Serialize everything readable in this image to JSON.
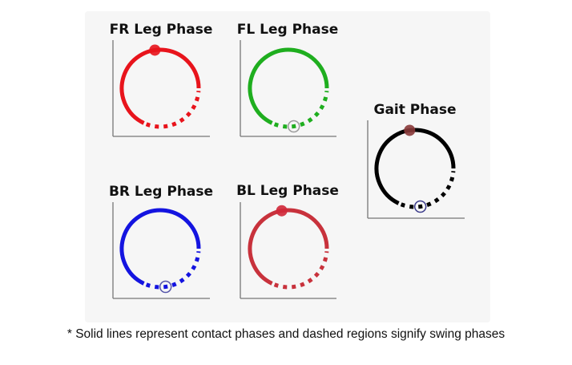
{
  "chart_data": {
    "type": "phase-circles",
    "swing_fraction": 0.32,
    "contact_start_deg": 0,
    "plots": [
      {
        "id": "fr",
        "title": "FR Leg Phase",
        "color": "#e8141c",
        "marker": {
          "type": "filled",
          "angle_deg": 98,
          "color": "#e8141c"
        }
      },
      {
        "id": "fl",
        "title": "FL Leg Phase",
        "color": "#1fae1f",
        "marker": {
          "type": "open",
          "angle_deg": 278,
          "color": "#9a9a9a"
        }
      },
      {
        "id": "br",
        "title": "BR Leg Phase",
        "color": "#1414e0",
        "marker": {
          "type": "open",
          "angle_deg": 278,
          "color": "#5555aa"
        }
      },
      {
        "id": "bl",
        "title": "BL Leg Phase",
        "color": "#c8323c",
        "marker": {
          "type": "filled",
          "angle_deg": 100,
          "color": "#d02838"
        }
      },
      {
        "id": "gait",
        "title": "Gait Phase",
        "color": "#000000",
        "marker": {
          "type": "filled",
          "angle_deg": 98,
          "color": "#8a3a3a"
        },
        "marker2": {
          "type": "open",
          "angle_deg": 278,
          "color": "#3a3a8a"
        }
      }
    ]
  },
  "footnote": "* Solid lines represent contact phases and dashed regions signify swing phases"
}
